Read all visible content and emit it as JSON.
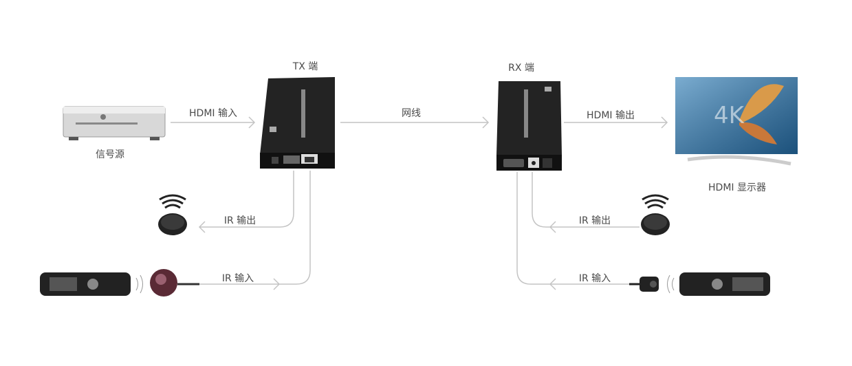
{
  "labels": {
    "tx": "TX 端",
    "rx": "RX 端",
    "source": "信号源",
    "hdmi_in": "HDMI 输入",
    "cable": "网线",
    "hdmi_out": "HDMI 输出",
    "display": "HDMI 显示器",
    "tx_ir_out": "IR 输出",
    "tx_ir_in": "IR 输入",
    "rx_ir_out": "IR 输出",
    "rx_ir_in": "IR 输入"
  },
  "tv_text": "4K",
  "colors": {
    "line": "#bdbdbd",
    "text": "#4a4a4a",
    "device": "#1c1c1c"
  }
}
